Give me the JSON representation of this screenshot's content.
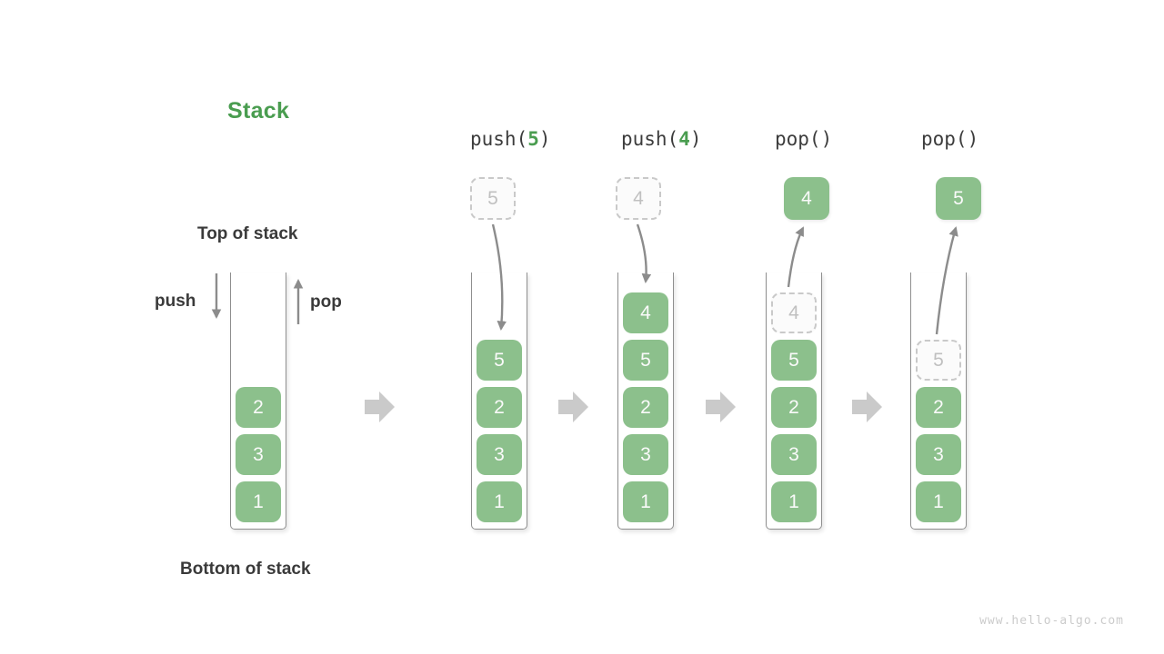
{
  "title": "Stack",
  "watermark": "www.hello-algo.com",
  "legend": {
    "top": "Top of stack",
    "bottom": "Bottom of stack",
    "push": "push",
    "pop": "pop"
  },
  "colors": {
    "accent_green": "#4A9D50",
    "cell_green": "#8CC08C",
    "text_dark": "#3C3C3C",
    "thin_arrow": "#8C8C8C",
    "block_arrow": "#CACACA",
    "ghost_border": "#C9C9C9",
    "ghost_text": "#C0C0C0",
    "watermark": "#CBCBCB"
  },
  "columns": [
    {
      "name": "initial",
      "label": null,
      "floating": null,
      "cells": [
        {
          "value": "2",
          "ghost": false
        },
        {
          "value": "3",
          "ghost": false
        },
        {
          "value": "1",
          "ghost": false
        }
      ]
    },
    {
      "name": "push-5",
      "label": {
        "pre": "push(",
        "arg": "5",
        "post": ")"
      },
      "floating": {
        "style": "ghost",
        "value": "5"
      },
      "cells": [
        {
          "value": "5",
          "ghost": false
        },
        {
          "value": "2",
          "ghost": false
        },
        {
          "value": "3",
          "ghost": false
        },
        {
          "value": "1",
          "ghost": false
        }
      ]
    },
    {
      "name": "push-4",
      "label": {
        "pre": "push(",
        "arg": "4",
        "post": ")"
      },
      "floating": {
        "style": "ghost",
        "value": "4"
      },
      "cells": [
        {
          "value": "4",
          "ghost": false
        },
        {
          "value": "5",
          "ghost": false
        },
        {
          "value": "2",
          "ghost": false
        },
        {
          "value": "3",
          "ghost": false
        },
        {
          "value": "1",
          "ghost": false
        }
      ]
    },
    {
      "name": "pop-4",
      "label": {
        "pre": "pop()",
        "arg": "",
        "post": ""
      },
      "floating": {
        "style": "solid",
        "value": "4"
      },
      "cells": [
        {
          "value": "4",
          "ghost": true
        },
        {
          "value": "5",
          "ghost": false
        },
        {
          "value": "2",
          "ghost": false
        },
        {
          "value": "3",
          "ghost": false
        },
        {
          "value": "1",
          "ghost": false
        }
      ]
    },
    {
      "name": "pop-5",
      "label": {
        "pre": "pop()",
        "arg": "",
        "post": ""
      },
      "floating": {
        "style": "solid",
        "value": "5"
      },
      "cells": [
        {
          "value": "5",
          "ghost": true
        },
        {
          "value": "2",
          "ghost": false
        },
        {
          "value": "3",
          "ghost": false
        },
        {
          "value": "1",
          "ghost": false
        }
      ]
    }
  ]
}
